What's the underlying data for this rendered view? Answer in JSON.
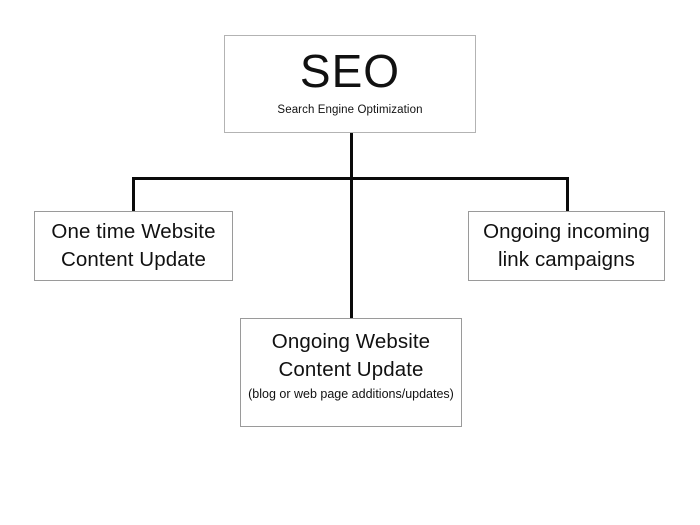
{
  "diagram": {
    "type": "hierarchy-tree",
    "background_color": "#ffffff",
    "line_color": "#0a0a0a",
    "box_border_color": "#9a9a9a",
    "text_color": "#111111",
    "root": {
      "title": "SEO",
      "subtitle": "Search Engine Optimization"
    },
    "children": [
      {
        "id": "one-time-website-content-update",
        "line1": "One time Website",
        "line2": "Content Update",
        "note": ""
      },
      {
        "id": "ongoing-website-content-update",
        "line1": "Ongoing Website",
        "line2": "Content Update",
        "note": "(blog or web page additions/updates)"
      },
      {
        "id": "ongoing-incoming-link-campaigns",
        "line1": "Ongoing incoming",
        "line2": "link campaigns",
        "note": ""
      }
    ]
  }
}
